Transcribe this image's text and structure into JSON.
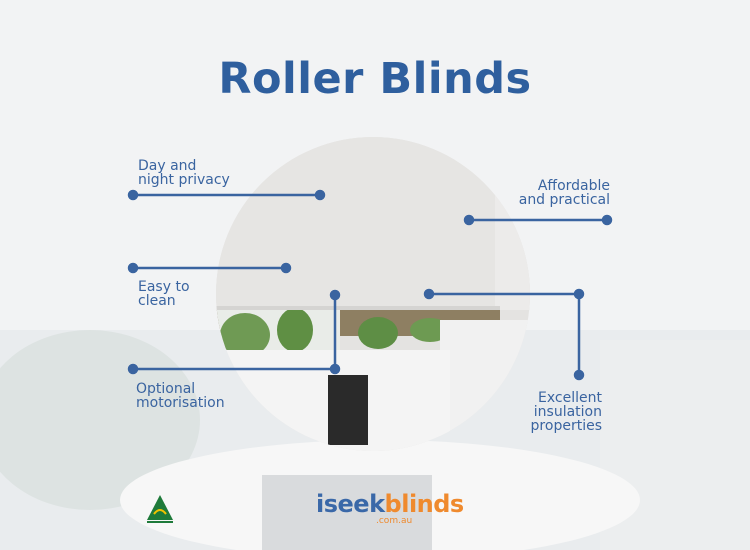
{
  "title": "Roller Blinds",
  "features": [
    {
      "label": "Day and\nnight privacy"
    },
    {
      "label": "Affordable\nand practical"
    },
    {
      "label": "Easy to\nclean"
    },
    {
      "label": "Optional\nmotorisation"
    },
    {
      "label": "Excellent\ninsulation\nproperties"
    }
  ],
  "logo": {
    "part1": "iseek",
    "part2": "blinds",
    "domain": ".com.au"
  },
  "badge": {
    "icon": "australian-made-icon"
  },
  "colors": {
    "accent": "#3a64a0",
    "title": "#2f5f9e",
    "logo_blue": "#3a68a8",
    "logo_orange": "#ef8a2e"
  }
}
